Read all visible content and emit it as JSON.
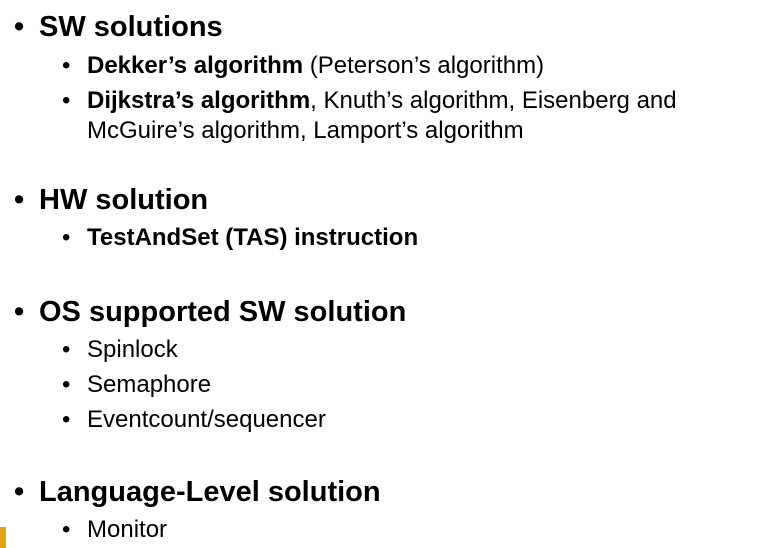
{
  "bullet_glyph": "•",
  "sections": [
    {
      "heading": "SW solutions",
      "items": [
        {
          "bold": "Dekker’s algorithm",
          "rest": " (Peterson’s algorithm)"
        },
        {
          "bold": "Dijkstra’s algorithm",
          "rest": ", Knuth’s algorithm, Eisenberg and McGuire’s algorithm, Lamport’s algorithm"
        }
      ]
    },
    {
      "heading": "HW solution",
      "items": [
        {
          "bold": "TestAndSet (TAS) instruction",
          "rest": ""
        }
      ]
    },
    {
      "heading": "OS supported SW solution",
      "items": [
        {
          "bold": "",
          "rest": "Spinlock"
        },
        {
          "bold": "",
          "rest": "Semaphore"
        },
        {
          "bold": "",
          "rest": "Eventcount/sequencer"
        }
      ]
    },
    {
      "heading": "Language-Level solution",
      "items": [
        {
          "bold": "",
          "rest": "Monitor"
        }
      ]
    }
  ],
  "accent_color": "#e2a518"
}
